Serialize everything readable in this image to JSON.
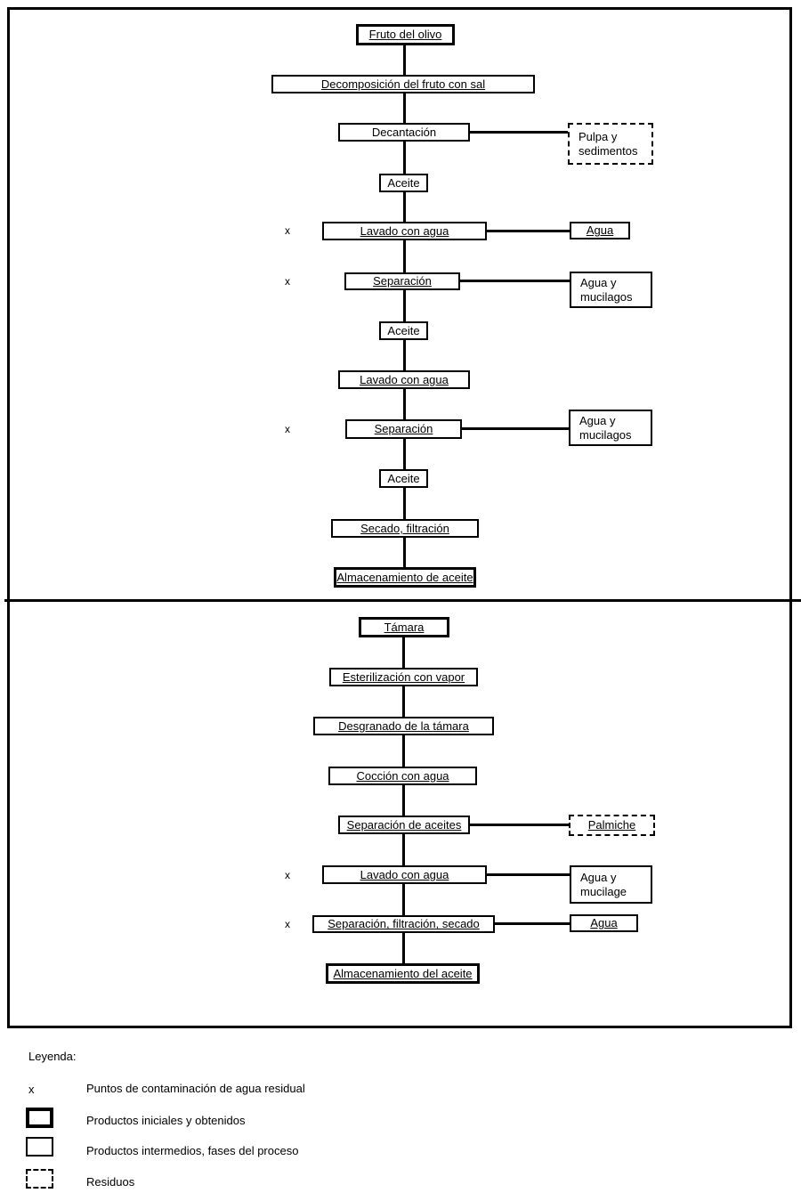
{
  "diagram": {
    "marker_x": "x",
    "olive": {
      "fruto": "Fruto del olivo",
      "decomposicion": "Decomposición del fruto con sal",
      "decantacion": "Decantación",
      "pulpa": "Pulpa y\nsedimentos",
      "aceite1": "Aceite",
      "lavado1": "Lavado con agua",
      "agua1": "Agua",
      "separacion1": "Separación",
      "mucilagos1": "Agua y\nmucilagos",
      "aceite2": "Aceite",
      "lavado2": "Lavado con agua",
      "separacion2": "Separación",
      "mucilagos2": "Agua y\nmucilagos",
      "aceite3": "Aceite",
      "secado": "Secado,  filtración",
      "almacenamiento": "Almacenamiento de aceite"
    },
    "tamara": {
      "tamara": "Támara",
      "esterilizacion": "Esterilización con vapor",
      "desgranado": "Desgranado de la támara",
      "coccion": "Cocción con agua",
      "separacion_aceites": "Separación de aceites",
      "palmiche": "Palmiche",
      "lavado": "Lavado con agua",
      "mucilage": "Agua y\nmucilage",
      "separacion_filtracion": "Separación, filtración, secado",
      "agua": "Agua",
      "almacenamiento": "Almacenamiento del aceite"
    }
  },
  "legend": {
    "title": "Leyenda:",
    "items": [
      {
        "symbol": "x",
        "label": "Puntos de contaminación de agua residual"
      },
      {
        "symbol": "thick-box",
        "label": "Productos iniciales y obtenidos"
      },
      {
        "symbol": "thin-box",
        "label": "Productos intermedios, fases del proceso"
      },
      {
        "symbol": "dashed-box",
        "label": "Residuos"
      }
    ]
  }
}
